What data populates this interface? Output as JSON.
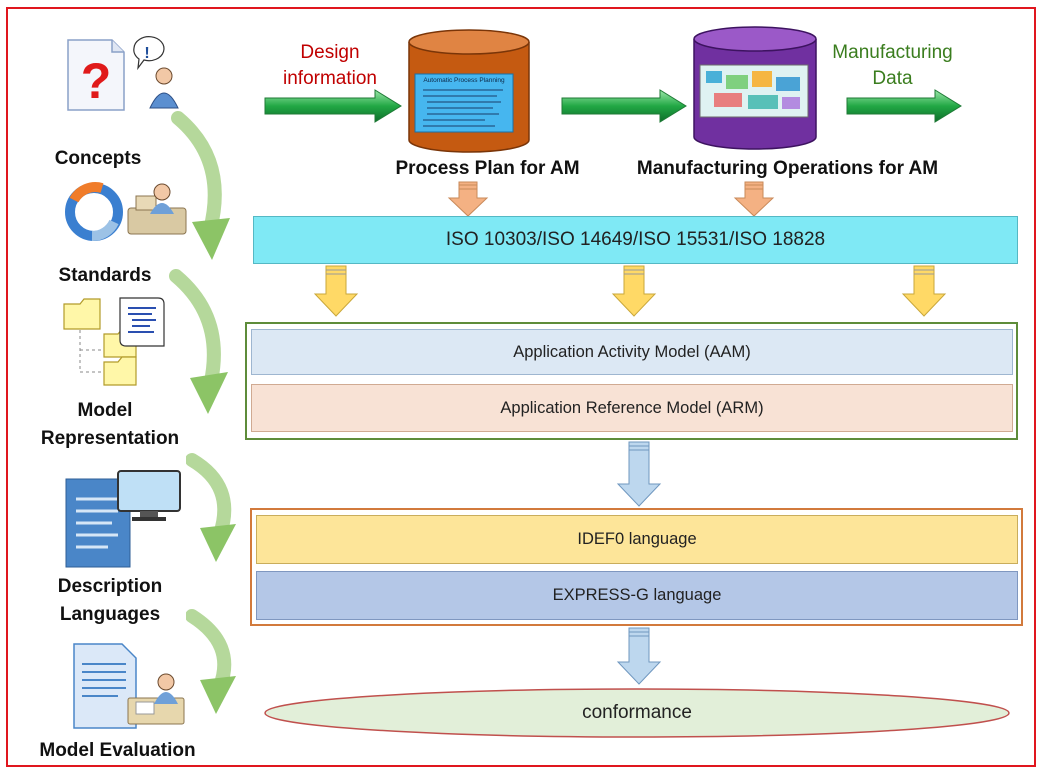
{
  "left_steps": [
    "Concepts",
    "Standards",
    "Model",
    "Representation",
    "Description",
    "Languages",
    "Model Evaluation"
  ],
  "top_flow": {
    "design_line1": "Design",
    "design_line2": "information",
    "manufacturing_line1": "Manufacturing",
    "manufacturing_line2": "Data",
    "process_plan_label": "Process Plan for AM",
    "operations_label": "Manufacturing Operations for AM",
    "inner_card_title": "Automatic Process Planning"
  },
  "standards_bar": "ISO 10303/ISO 14649/ISO 15531/ISO 18828",
  "models": {
    "aam": "Application Activity Model (AAM)",
    "arm": "Application Reference Model (ARM)"
  },
  "languages": {
    "idef0": "IDEF0 language",
    "express": "EXPRESS-G language"
  },
  "conformance": "conformance",
  "colors": {
    "frame": "#e0161e",
    "design_text": "#c00000",
    "manufacturing_text": "#3a7d1e",
    "flow_arrow": "#2db34a",
    "cylinder_orange": "#c55a11",
    "cylinder_purple": "#7030a0",
    "standards_fill": "#7fe9f5",
    "aam_fill": "#dce8f4",
    "arm_fill": "#f8e2d5",
    "idef0_fill": "#fde599",
    "express_fill": "#b4c7e7",
    "ellipse_fill": "#e2efd9",
    "down_arrow_yellow": "#ffd966",
    "down_arrow_salmon": "#f4b183",
    "down_arrow_blue": "#bdd7ee"
  }
}
